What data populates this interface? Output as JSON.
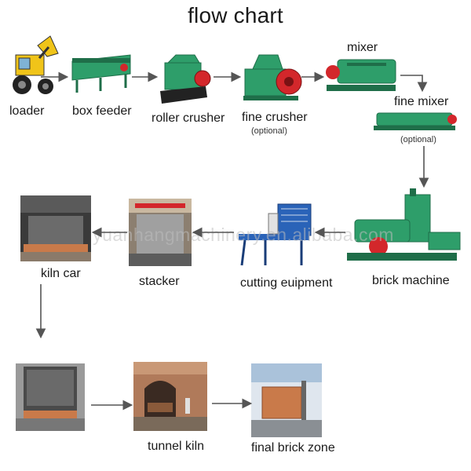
{
  "title": "flow chart",
  "watermark": "yuanhangmachinery.en.alibaba.com",
  "steps": [
    {
      "label": "loader"
    },
    {
      "label": "box feeder"
    },
    {
      "label": "roller crusher"
    },
    {
      "label": "fine crusher",
      "note": "(optional)"
    },
    {
      "label": "mixer"
    },
    {
      "label": "fine mixer",
      "note": "(optional)"
    },
    {
      "label": "brick machine"
    },
    {
      "label": "cutting euipment"
    },
    {
      "label": "stacker"
    },
    {
      "label": "kiln car"
    },
    {
      "label": ""
    },
    {
      "label": "tunnel kiln"
    },
    {
      "label": "final brick zone"
    }
  ],
  "colors": {
    "machine_green": "#2e9e6a",
    "machine_dark": "#1f6e49",
    "accent_red": "#d3272b",
    "loader_yellow": "#f0c419",
    "arrow": "#555555",
    "cutter_blue": "#2a63b8",
    "brick": "#c97a4a"
  }
}
